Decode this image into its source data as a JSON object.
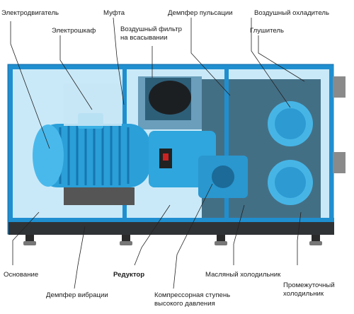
{
  "labels": {
    "motor": "Электродвигатель",
    "coupling": "Муфта",
    "pulsation_damper": "Демпфер пульсации",
    "air_cooler": "Воздушный охладитель",
    "control_cabinet": "Электрошкаф",
    "intake_filter_1": "Воздушный фильтр",
    "intake_filter_2": "на всасывании",
    "silencer": "Глушитель",
    "base": "Основание",
    "gearbox": "Редуктор",
    "oil_cooler": "Масляный холодильник",
    "vibration_damper": "Демпфер вибрации",
    "hp_stage_1": "Компрессорная ступень",
    "hp_stage_2": "высокого давления",
    "intercooler_1": "Промежуточный",
    "intercooler_2": "холодильник"
  },
  "colors": {
    "frame": "#1f8fd0",
    "frame_dark": "#0f5f98",
    "body": "#3ab0e4",
    "base_bar": "#303336",
    "leader": "#222222"
  }
}
